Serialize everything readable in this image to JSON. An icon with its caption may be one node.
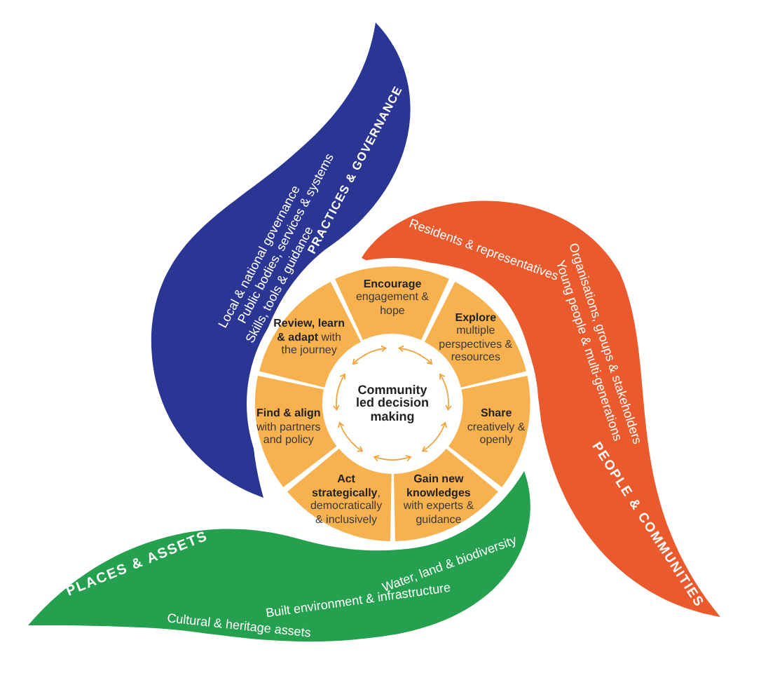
{
  "diagram": {
    "nodes": [
      {
        "text": [
          "PRACTICES & GOVERNANCE",
          "Local & national governance",
          "Public bodies, services & systems",
          "Skills, tools & guidance"
        ]
      },
      {
        "text": [
          "PEOPLE & COMMUNITIES",
          "Organisations, groups & stakeholders",
          "Young people & multi-generations",
          "Residents & representatives"
        ]
      },
      {
        "text": [
          "PLACES & ASSETS",
          "Water, land & biodiversity",
          "Built environment & infrastructure",
          "Cultural & heritage assets"
        ]
      },
      {
        "text": [
          "**Encourage** engagement & hope"
        ]
      },
      {
        "text": [
          "**Explore** multiple perspectives & resources"
        ]
      },
      {
        "text": [
          "**Share** creatively & openly"
        ]
      },
      {
        "text": [
          "**Gain new knowledges** with experts & guidance"
        ]
      },
      {
        "text": [
          "**Act strategically**, democratically & inclusively"
        ]
      },
      {
        "text": [
          "**Find & align** with partners and policy"
        ]
      },
      {
        "text": [
          "**Review, learn & adapt** with the journey"
        ]
      },
      {
        "text": [
          "Community led decision making"
        ]
      }
    ]
  }
}
